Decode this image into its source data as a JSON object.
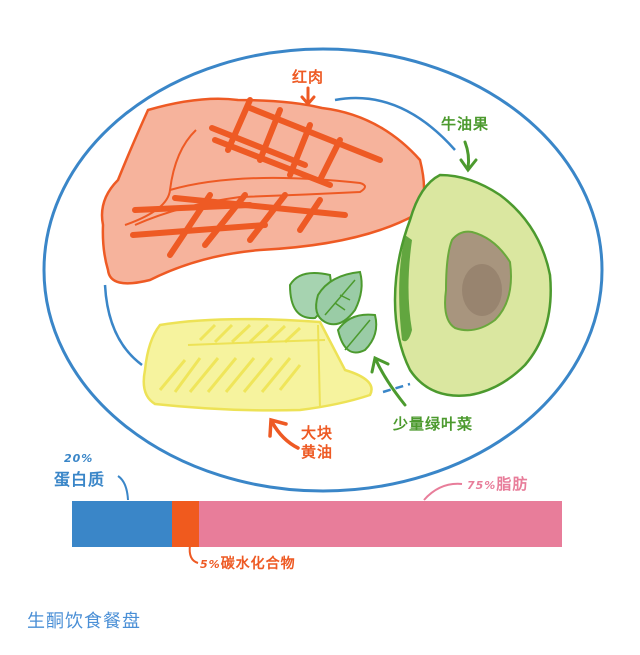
{
  "title": "生酮饮食餐盘",
  "foods": {
    "steak": "红肉",
    "avocado": "牛油果",
    "greens": "少量绿叶菜",
    "butter_line1": "大块",
    "butter_line2": "黄油"
  },
  "macros": {
    "protein": {
      "label": "蛋白质",
      "pct": "20%",
      "color": "#3a86c8"
    },
    "carbs": {
      "label": "碳水化合物",
      "pct": "5%",
      "color": "#f05a1e"
    },
    "fat": {
      "label": "脂肪",
      "pct": "75%",
      "color": "#e87d9a"
    }
  },
  "colors": {
    "plate": "#3a86c8",
    "steak_fill": "#f7b6a0",
    "steak_line": "#ee5a24",
    "avocado_skin": "#4c9a2e",
    "avocado_flesh": "#dbe8a4",
    "pit": "#9c8a74",
    "butter_fill": "#f6f3a0",
    "butter_line": "#eee35a",
    "leaf": "#8fcaa0"
  },
  "chart_data": {
    "type": "bar",
    "orientation": "horizontal-stacked",
    "title": "生酮饮食餐盘",
    "categories": [
      "蛋白质",
      "碳水化合物",
      "脂肪"
    ],
    "values": [
      20,
      5,
      75
    ],
    "unit": "%",
    "colors": [
      "#3a86c8",
      "#f05a1e",
      "#e87d9a"
    ],
    "xlabel": "",
    "ylabel": "",
    "xlim": [
      0,
      100
    ],
    "grid": false,
    "legend": "inline annotations"
  }
}
